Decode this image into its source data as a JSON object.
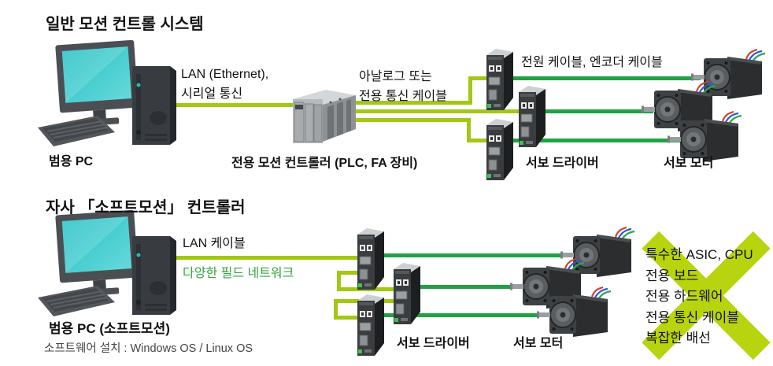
{
  "colors": {
    "lan-line": "#a2c714",
    "motor-line": "#1ea343",
    "cross": "#b8d40f",
    "green-text": "#35a43c",
    "screen-teal": "#2fc7c9"
  },
  "section_general": {
    "title": "일반 모션 컨트롤 시스템",
    "pc_label": "범용 PC",
    "lan_label_line1": "LAN (Ethernet),",
    "lan_label_line2": "시리얼 통신",
    "controller_label": "전용 모션 컨트롤러 (PLC, FA 장비)",
    "analog_label_line1": "아날로그 또는",
    "analog_label_line2": "전용 통신 케이블",
    "power_label": "전원 케이블, 엔코더 케이블",
    "driver_label": "서보 드라이버",
    "motor_label": "서보 모터"
  },
  "section_softmotion": {
    "title": "자사 「소프트모션」 컨트롤러",
    "lan_label": "LAN 케이블",
    "network_label": "다양한 필드 네트워크",
    "pc_label": "범용 PC (소프트모션)",
    "pc_sublabel": "소프트웨어 설치 : Windows OS / Linux OS",
    "driver_label": "서보 드라이버",
    "motor_label": "서보 모터",
    "eliminated": [
      "특수한 ASIC, CPU",
      "전용 보드",
      "전용 하드웨어",
      "전용 통신 케이블",
      "복잡한 배선"
    ]
  }
}
